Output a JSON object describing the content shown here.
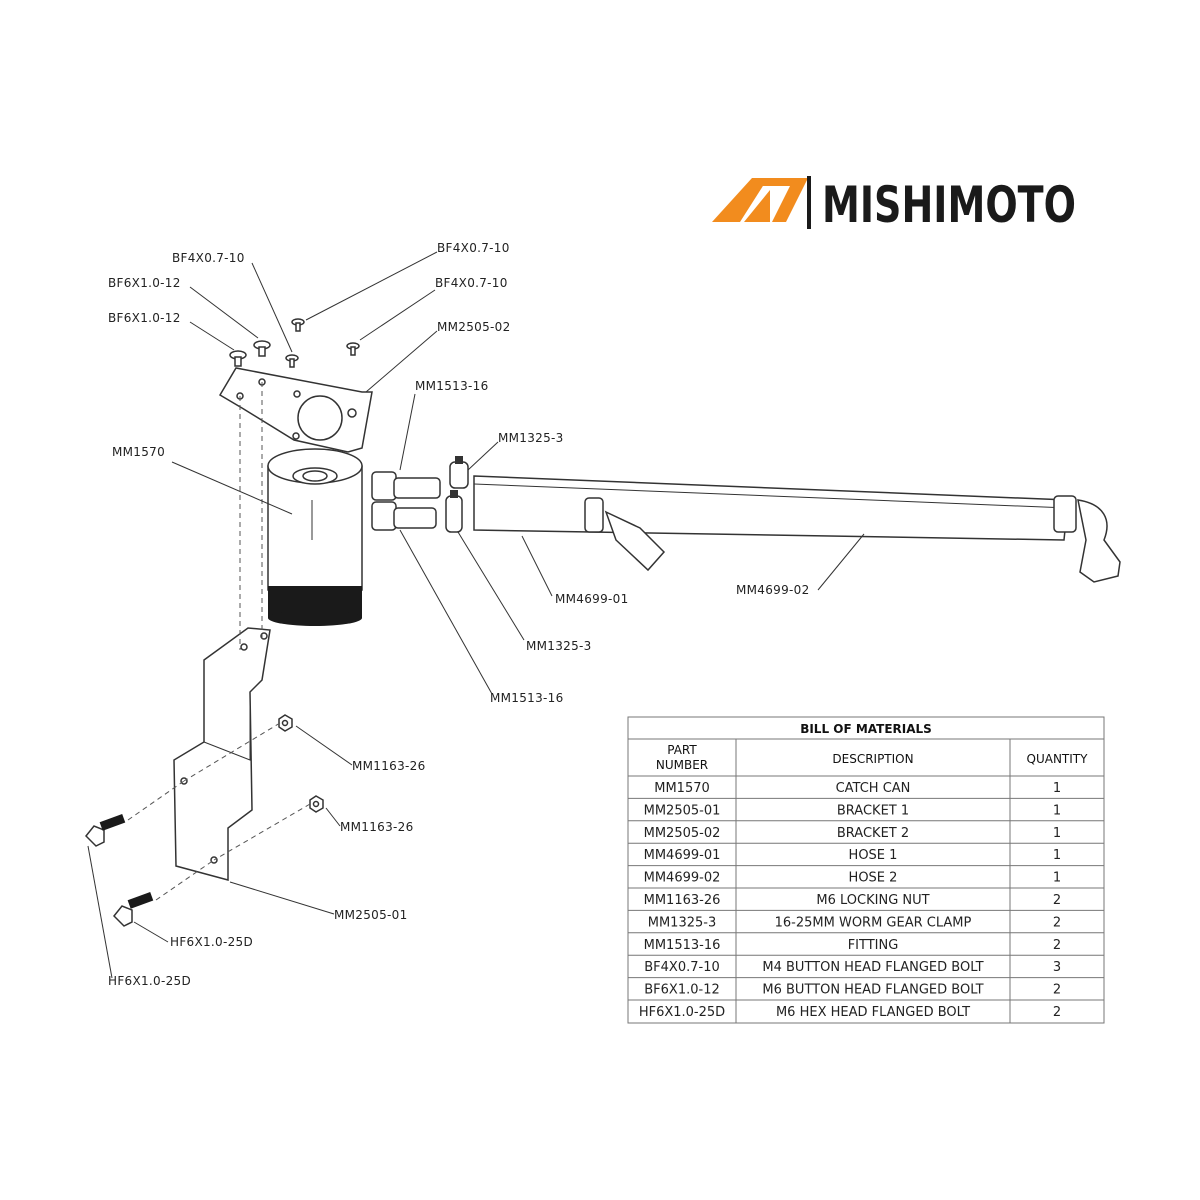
{
  "brand": {
    "name": "MISHIMOTO",
    "accent_color": "#f28c1e",
    "logo_icon": "mishimoto-m-logo"
  },
  "callouts": {
    "bf4_a": "BF4X0.7-10",
    "bf4_b": "BF4X0.7-10",
    "bf4_c": "BF4X0.7-10",
    "bf6_a": "BF6X1.0-12",
    "bf6_b": "BF6X1.0-12",
    "mm2505_02": "MM2505-02",
    "mm1513_16_top": "MM1513-16",
    "mm1570": "MM1570",
    "mm1325_3_top": "MM1325-3",
    "mm4699_01": "MM4699-01",
    "mm4699_02": "MM4699-02",
    "mm1325_3_bottom": "MM1325-3",
    "mm1513_16_bottom": "MM1513-16",
    "mm1163_26_a": "MM1163-26",
    "mm1163_26_b": "MM1163-26",
    "mm2505_01": "MM2505-01",
    "hf6_a": "HF6X1.0-25D",
    "hf6_b": "HF6X1.0-25D"
  },
  "bom": {
    "title": "BILL OF MATERIALS",
    "headers": {
      "part_line1": "PART",
      "part_line2": "NUMBER",
      "description": "DESCRIPTION",
      "quantity": "QUANTITY"
    },
    "rows": [
      {
        "part": "MM1570",
        "description": "CATCH CAN",
        "quantity": "1"
      },
      {
        "part": "MM2505-01",
        "description": "BRACKET 1",
        "quantity": "1"
      },
      {
        "part": "MM2505-02",
        "description": "BRACKET 2",
        "quantity": "1"
      },
      {
        "part": "MM4699-01",
        "description": "HOSE 1",
        "quantity": "1"
      },
      {
        "part": "MM4699-02",
        "description": "HOSE 2",
        "quantity": "1"
      },
      {
        "part": "MM1163-26",
        "description": "M6 LOCKING NUT",
        "quantity": "2"
      },
      {
        "part": "MM1325-3",
        "description": "16-25MM WORM GEAR CLAMP",
        "quantity": "2"
      },
      {
        "part": "MM1513-16",
        "description": "FITTING",
        "quantity": "2"
      },
      {
        "part": "BF4X0.7-10",
        "description": "M4 BUTTON HEAD FLANGED BOLT",
        "quantity": "3"
      },
      {
        "part": "BF6X1.0-12",
        "description": "M6 BUTTON HEAD FLANGED BOLT",
        "quantity": "2"
      },
      {
        "part": "HF6X1.0-25D",
        "description": "M6 HEX HEAD FLANGED BOLT",
        "quantity": "2"
      }
    ]
  }
}
